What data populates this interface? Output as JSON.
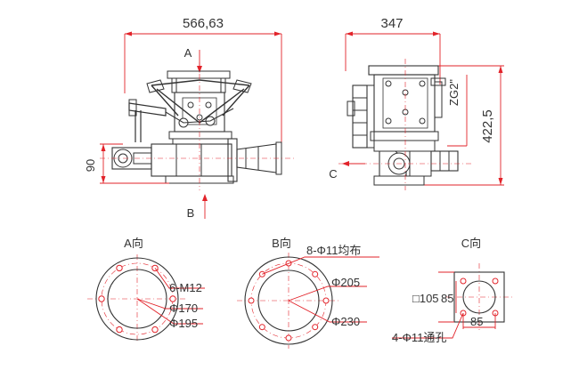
{
  "front_view": {
    "width_dim": "566,63",
    "height_dim": "90",
    "arrow_a": "A",
    "arrow_b": "B"
  },
  "side_view": {
    "width_dim": "347",
    "height_dim": "422,5",
    "thread_label": "ZG2\"",
    "arrow_c": "C"
  },
  "view_a": {
    "title": "A向",
    "bolts": "6-M12",
    "dia_1": "Φ170",
    "dia_2": "Φ195"
  },
  "view_b": {
    "title": "B向",
    "holes": "8-Φ11均布",
    "dia_1": "Φ205",
    "dia_2": "Φ230"
  },
  "view_c": {
    "title": "C向",
    "square_left": "□105",
    "left_85": "85",
    "bottom_85": "85",
    "holes": "4-Φ11通孔"
  },
  "colors": {
    "line": "#333333",
    "dimension": "#e2232a",
    "background": "#ffffff"
  }
}
